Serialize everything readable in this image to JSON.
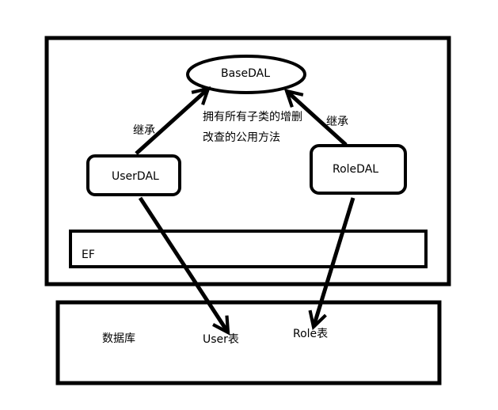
{
  "diagram": {
    "nodes": {
      "base": "BaseDAL",
      "user": "UserDAL",
      "role": "RoleDAL",
      "ef": "EF",
      "database": "数据库"
    },
    "edge_labels": {
      "user_inherits": "继承",
      "role_inherits": "继承",
      "base_note_line1": "拥有所有子类的增删",
      "base_note_line2": "改查的公用方法"
    },
    "tables": {
      "user_table": "User表",
      "role_table": "Role表"
    }
  }
}
